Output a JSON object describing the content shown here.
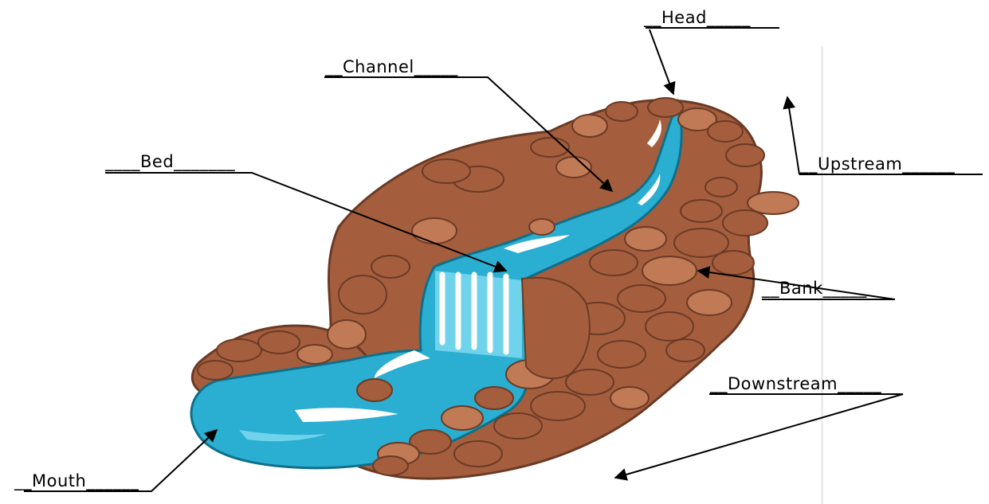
{
  "labels": {
    "head": "__Head_____",
    "channel": "__Channel_____",
    "bed": "____Bed_______",
    "upstream": "__Upstream______",
    "bank": "__Bank_____",
    "downstream": "__Downstream_____",
    "mouth": "__Mouth______"
  },
  "colors": {
    "water": "#2aaed1",
    "water_light": "#6fd3ec",
    "foam": "#ffffff",
    "rock": "#a45e3d",
    "rock_dark": "#6b3a25",
    "rock_light": "#c07a55",
    "line": "#000000"
  }
}
